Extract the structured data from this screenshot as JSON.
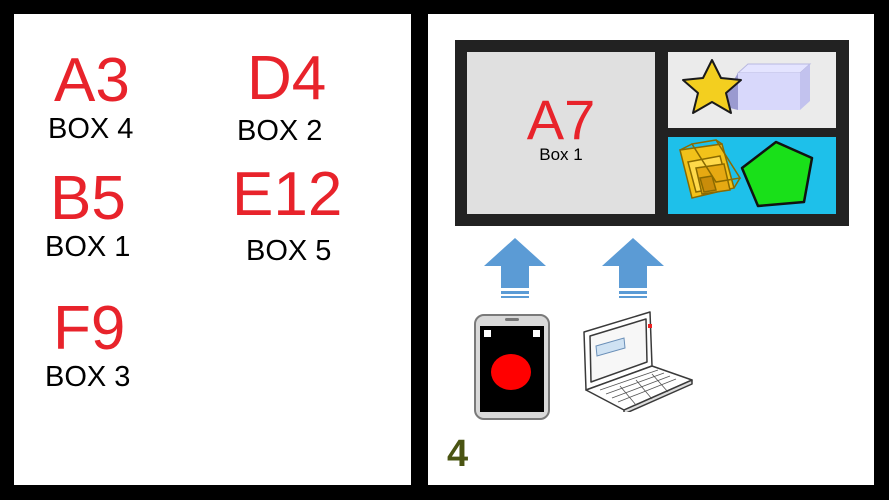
{
  "left_panel": {
    "items": [
      {
        "code": "A3",
        "box": "BOX 4"
      },
      {
        "code": "B5",
        "box": "BOX 1"
      },
      {
        "code": "F9",
        "box": "BOX 3"
      },
      {
        "code": "D4",
        "box": "BOX 2"
      },
      {
        "code": "E12",
        "box": "BOX 5"
      }
    ]
  },
  "right_panel": {
    "screen": {
      "main_code": "A7",
      "main_box": "Box 1"
    },
    "step_number": "4"
  },
  "colors": {
    "code_red": "#e8232b",
    "frame": "#222222",
    "tile_blue": "#1ec0ea",
    "arrow_blue": "#5b9bd5",
    "step_olive": "#4a5412"
  },
  "icons": [
    "star-icon",
    "cube-icon",
    "wireframe-cube-icon",
    "pentagon-icon",
    "up-arrow-icon",
    "smartphone-icon",
    "laptop-icon"
  ]
}
